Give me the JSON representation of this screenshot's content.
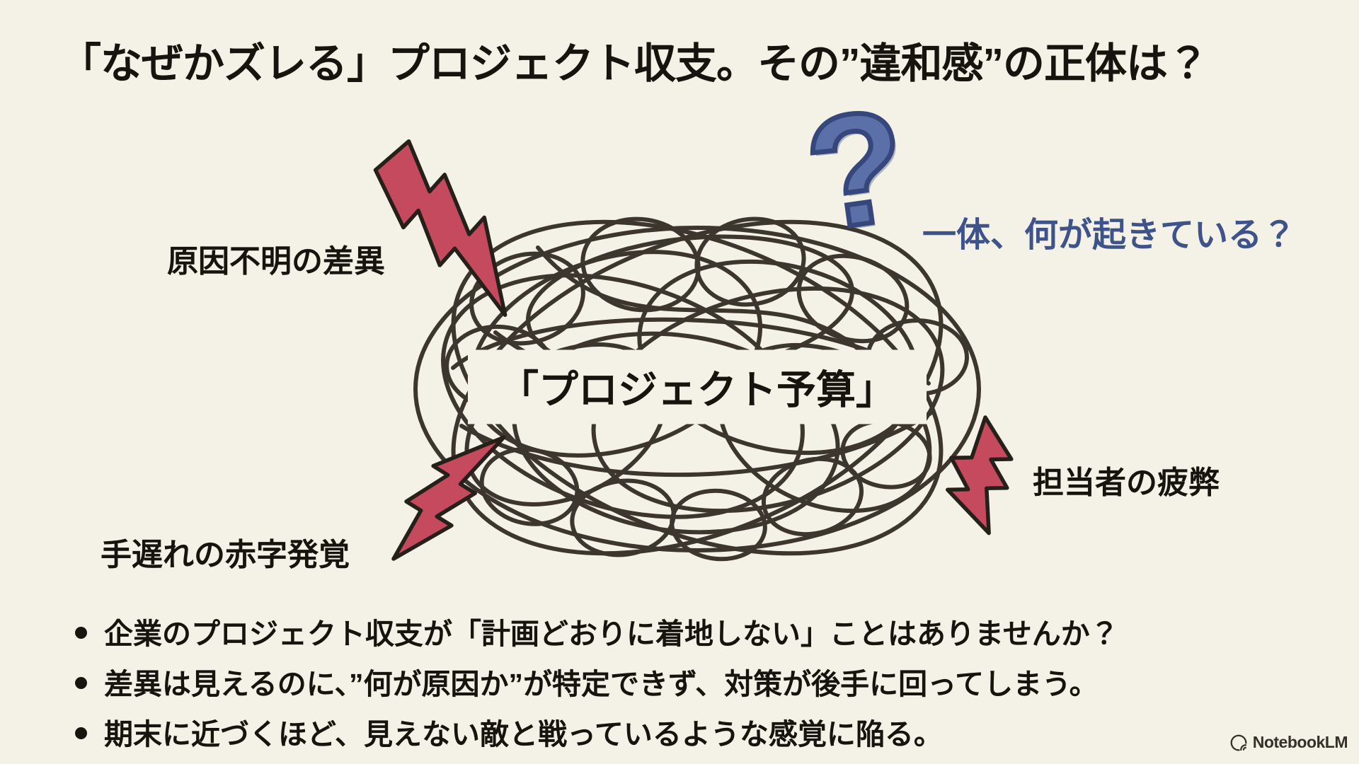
{
  "colors": {
    "background": "#f4f1e6",
    "ink": "#17130f",
    "blue": "#3f538b",
    "blue-bright": "#5b70a9",
    "blue-outline": "#36477d",
    "red": "#c64a5e",
    "outline": "#26201a",
    "scribble": "#332c25",
    "watermark": "#35302a"
  },
  "header": {
    "title": "「なぜかズレる」プロジェクト収支。その”違和感”の正体は？"
  },
  "diagram": {
    "center_label": "「プロジェクト予算」",
    "question_mark": "?",
    "question_text": "一体、何が起きている？",
    "label_top_left": "原因不明の差異",
    "label_bottom_left": "手遅れの赤字発覚",
    "label_right": "担当者の疲弊"
  },
  "bullets": [
    "企業のプロジェクト収支が「計画どおりに着地しない」ことはありませんか？",
    "差異は見えるのに、”何が原因か”が特定できず、対策が後手に回ってしまう。",
    "期末に近づくほど、見えない敵と戦っているような感覚に陥る。"
  ],
  "footer": {
    "watermark": "NotebookLM"
  }
}
